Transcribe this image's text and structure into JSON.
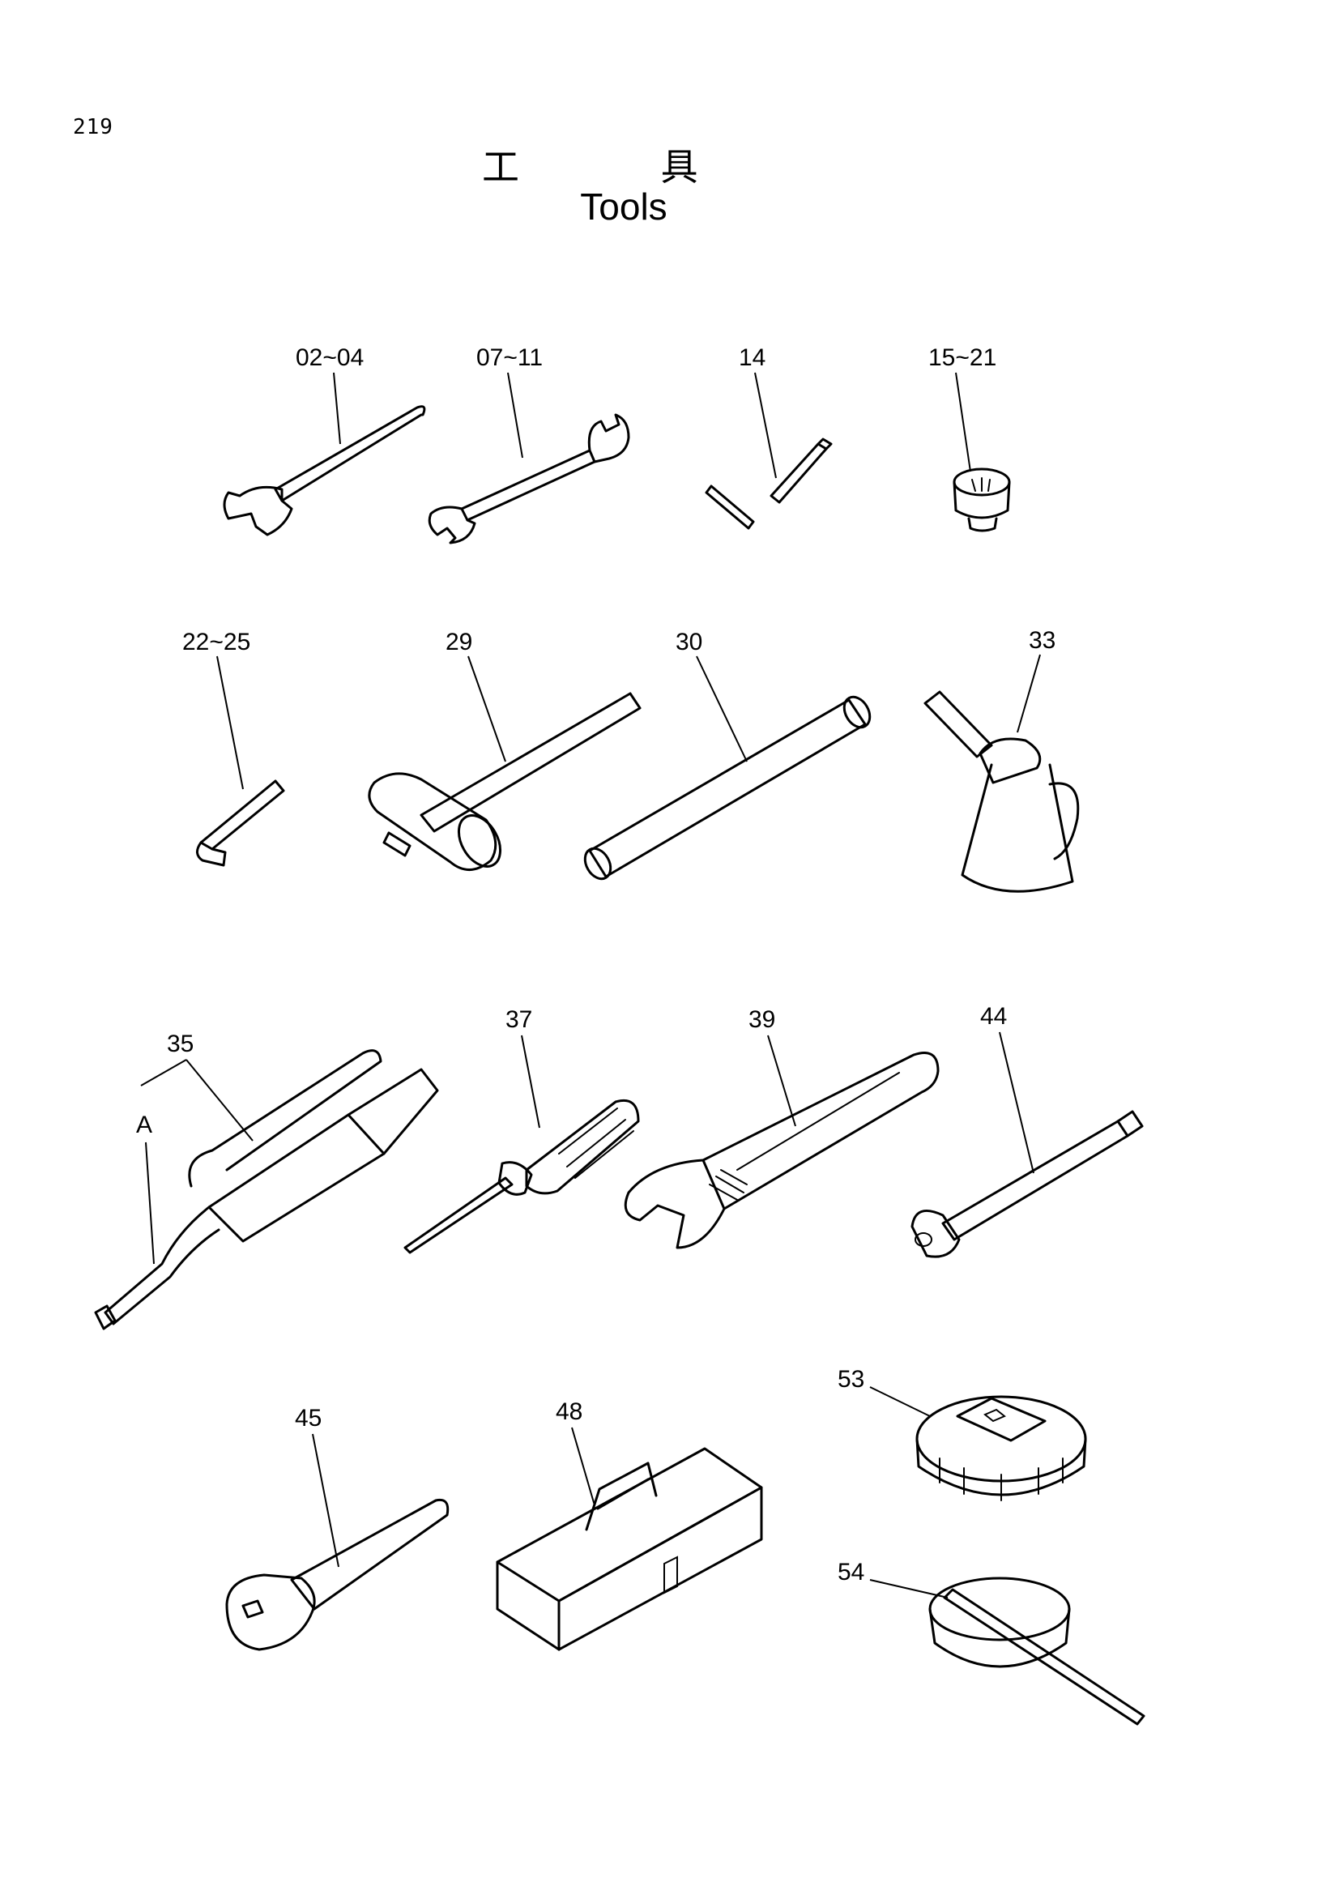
{
  "page_number": "219",
  "title_ja": [
    "工",
    "具"
  ],
  "title_en": "Tools",
  "callouts": [
    {
      "id": "spanner-02-04",
      "label": "02~04"
    },
    {
      "id": "spanner-07-11",
      "label": "07~11"
    },
    {
      "id": "t-wrench-14",
      "label": "14"
    },
    {
      "id": "socket-15-21",
      "label": "15~21"
    },
    {
      "id": "hex-key-22-25",
      "label": "22~25"
    },
    {
      "id": "hammer-29",
      "label": "29"
    },
    {
      "id": "bar-30",
      "label": "30"
    },
    {
      "id": "oil-can-33",
      "label": "33"
    },
    {
      "id": "grease-gun-35",
      "label": "35"
    },
    {
      "id": "grease-gun-a",
      "label": "A"
    },
    {
      "id": "screwdriver-37",
      "label": "37"
    },
    {
      "id": "adjustable-wrench-39",
      "label": "39"
    },
    {
      "id": "extension-bar-44",
      "label": "44"
    },
    {
      "id": "ratchet-handle-45",
      "label": "45"
    },
    {
      "id": "tool-box-48",
      "label": "48"
    },
    {
      "id": "filter-wrench-53",
      "label": "53"
    },
    {
      "id": "filter-wrench-54",
      "label": "54"
    }
  ]
}
